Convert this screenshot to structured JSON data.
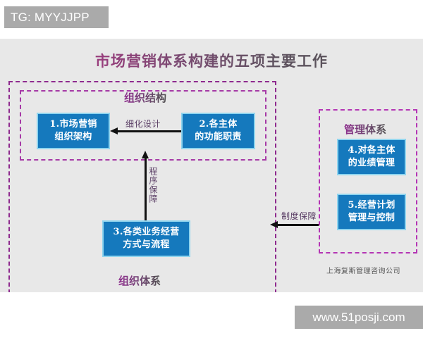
{
  "watermarks": {
    "tg_tag": "TG: MYYJJPP",
    "site": "www.51posji.com"
  },
  "slide": {
    "title": "市场营销体系构建的五项主要工作",
    "credit": "上海复斯管理咨询公司",
    "groups": {
      "outer_label": "组织体系",
      "inner_label": "组织结构",
      "management_label": "管理体系"
    },
    "boxes": [
      {
        "id": "box1",
        "line1": "1.市场营销",
        "line2": "组织架构"
      },
      {
        "id": "box2",
        "line1": "2.各主体",
        "line2": "的功能职责"
      },
      {
        "id": "box3",
        "line1": "3.各类业务经营",
        "line2": "方式与流程"
      },
      {
        "id": "box4",
        "line1": "4.对各主体",
        "line2": "的业绩管理"
      },
      {
        "id": "box5",
        "line1": "5.经营计划",
        "line2": "管理与控制"
      }
    ],
    "arrow_labels": {
      "refine": "细化设计",
      "procedure": "程序保障",
      "institution": "制度保障"
    }
  },
  "colors": {
    "panel_bg": "#e8e8e8",
    "box_fill": "#1579bd",
    "box_border": "#8fd4ee",
    "dashed_outer": "#8e2a8e",
    "dashed_inner": "#a63aa6",
    "dashed_mgmt": "#b435b4",
    "watermark_bg": "#aaaaaa",
    "arrow": "#111111"
  }
}
